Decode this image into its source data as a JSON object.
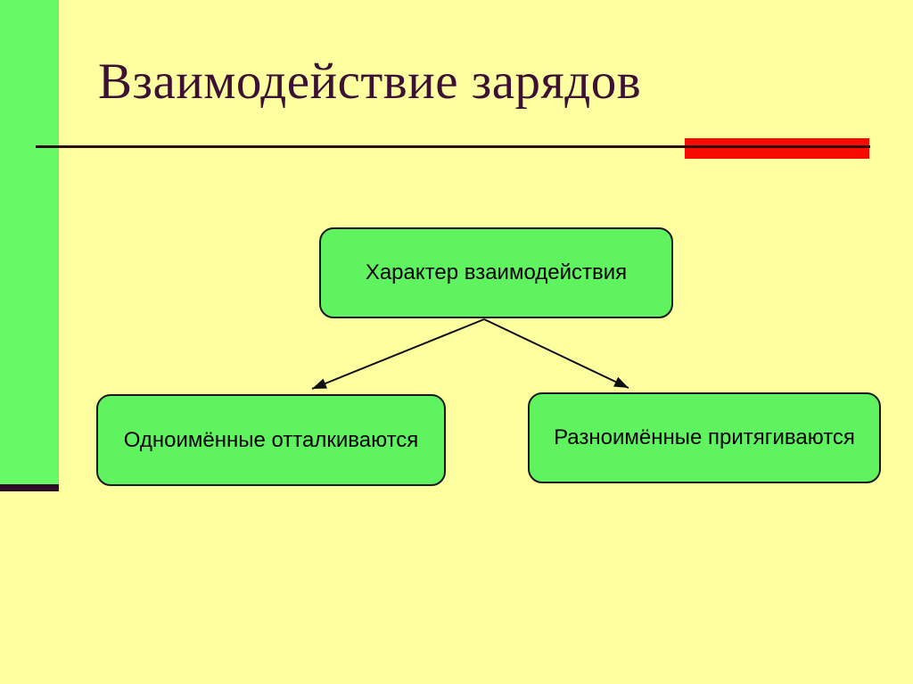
{
  "slide": {
    "title": "Взаимодействие зарядов",
    "colors": {
      "background": "#FEFF9E",
      "accent_bar": "#66FB66",
      "accent_bar_cap": "#300E28",
      "title_text": "#3D1036",
      "divider_line": "#2D0D10",
      "red_accent": "#F70A00",
      "node_fill": "#5FF35F",
      "node_border": "#1A1A1A",
      "node_text": "#000000",
      "edge_color": "#101010"
    },
    "diagram": {
      "nodes": [
        {
          "id": "root",
          "label": "Характер взаимодействия"
        },
        {
          "id": "like-charges",
          "label": "Одноимённые отталкиваются"
        },
        {
          "id": "unlike-charges",
          "label": "Разноимённые притягиваются"
        }
      ],
      "edges": [
        {
          "from": "root",
          "to": "like-charges"
        },
        {
          "from": "root",
          "to": "unlike-charges"
        }
      ]
    }
  }
}
